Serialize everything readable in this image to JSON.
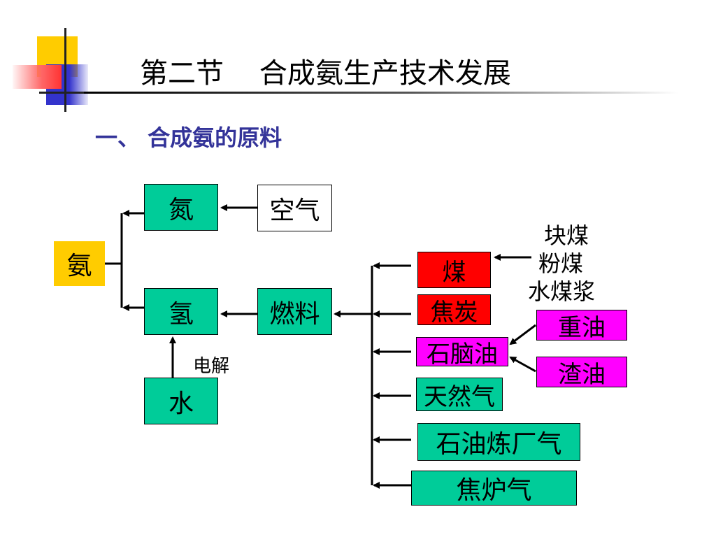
{
  "slide": {
    "title": "第二节    合成氨生产技术发展",
    "subtitle": "一、 合成氨的原料"
  },
  "diagram": {
    "nodes": {
      "ammonia": "氨",
      "nitrogen": "氮",
      "air": "空气",
      "hydrogen": "氢",
      "fuel": "燃料",
      "water": "水",
      "coal": "煤",
      "coke": "焦炭",
      "naphtha": "石脑油",
      "natural_gas": "天然气",
      "refinery_gas": "石油炼厂气",
      "coke_oven_gas": "焦炉气",
      "heavy_oil": "重油",
      "residue_oil": "渣油"
    },
    "coal_types": [
      "块煤",
      "粉煤",
      "水煤浆"
    ],
    "electrolysis_label": "电解"
  },
  "colors": {
    "green": "#00CC99",
    "yellow": "#FFCC00",
    "red": "#FF0000",
    "magenta": "#FF00FF",
    "subtitle": "#333399"
  }
}
